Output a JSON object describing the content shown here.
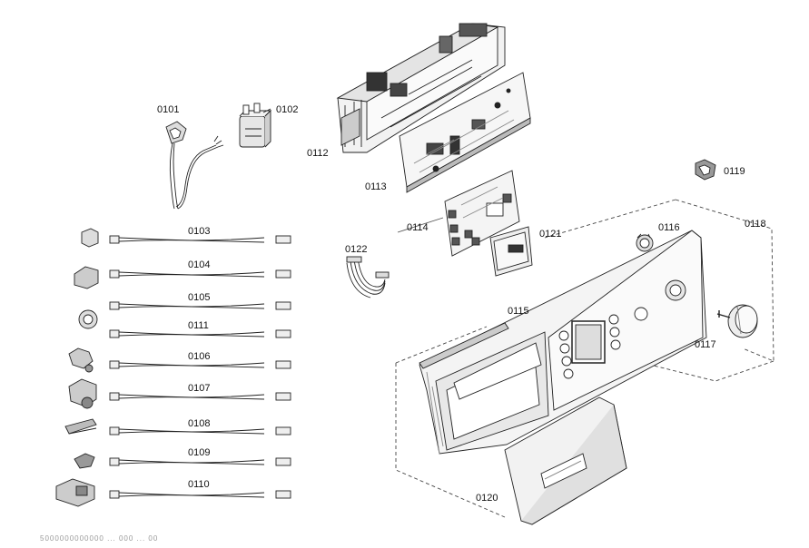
{
  "parts": {
    "p0101": "0101",
    "p0102": "0102",
    "p0103": "0103",
    "p0104": "0104",
    "p0105": "0105",
    "p0106": "0106",
    "p0107": "0107",
    "p0108": "0108",
    "p0109": "0109",
    "p0110": "0110",
    "p0111": "0111",
    "p0112": "0112",
    "p0113": "0113",
    "p0114": "0114",
    "p0115": "0115",
    "p0116": "0116",
    "p0117": "0117",
    "p0118": "0118",
    "p0119": "0119",
    "p0120": "0120",
    "p0121": "0121",
    "p0122": "0122"
  },
  "footer_code": "5000000000000 ... 000 ... 00"
}
